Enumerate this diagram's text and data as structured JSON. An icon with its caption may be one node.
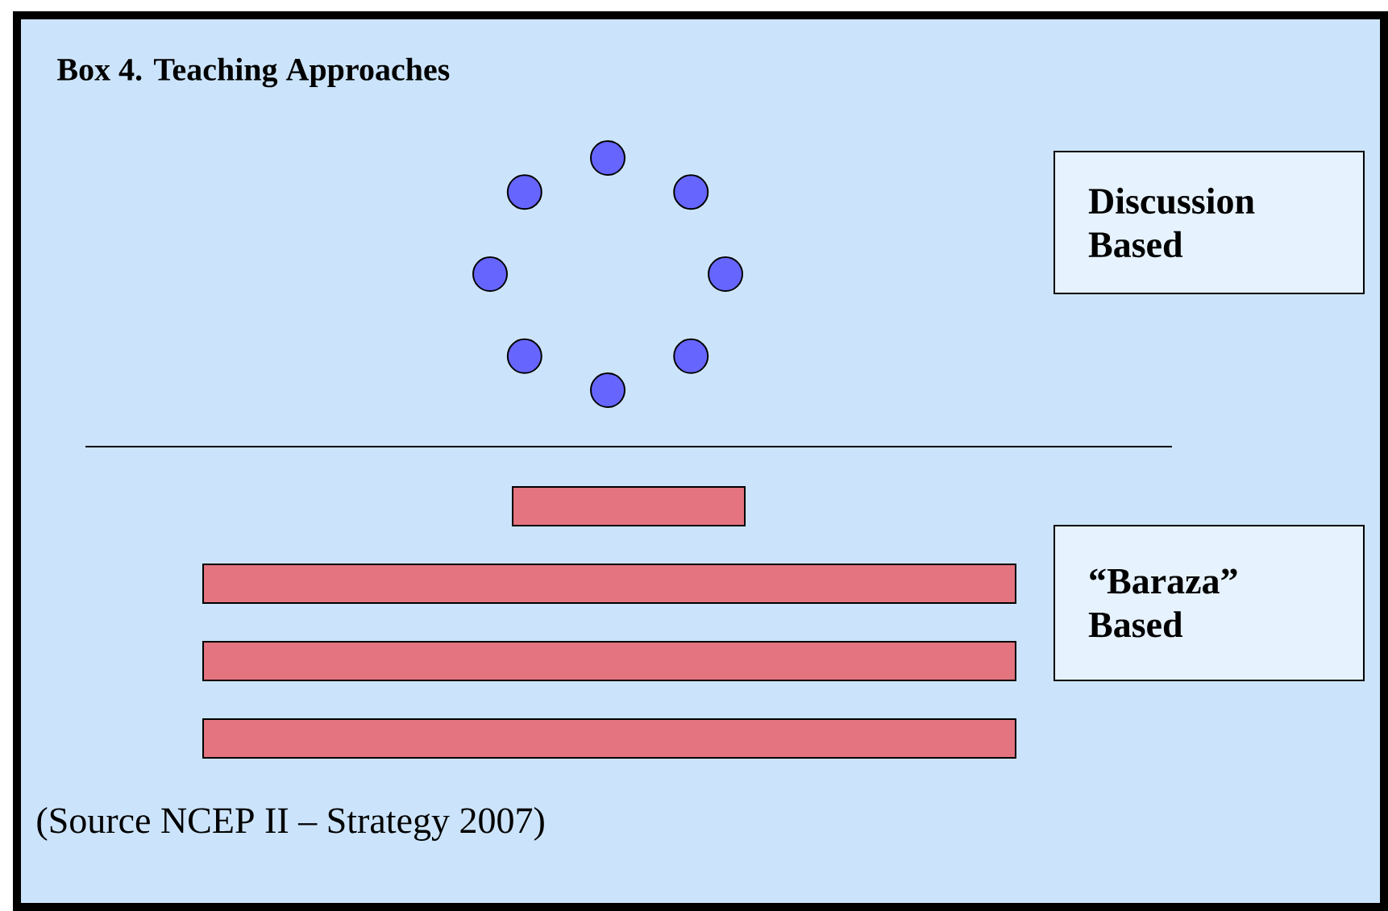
{
  "diagram": {
    "title": "Box 4. Teaching Approaches",
    "nodes": [
      {
        "text": [
          "Discussion Based"
        ]
      },
      {
        "text": [
          "“Baraza” Based"
        ]
      }
    ],
    "edges": [],
    "labels": [
      "(Source NCEP II – Strategy 2007)"
    ]
  }
}
